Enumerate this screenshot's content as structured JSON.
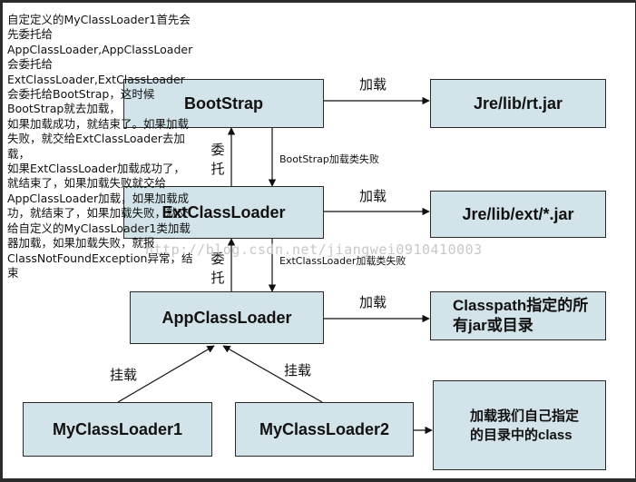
{
  "nodes": {
    "bootstrap": "BootStrap",
    "ext": "ExtClassLoader",
    "app": "AppClassLoader",
    "my1": "MyClassLoader1",
    "my2": "MyClassLoader2",
    "rt": "Jre/lib/rt.jar",
    "extjar": "Jre/lib/ext/*.jar",
    "classpath": "Classpath指定的所有jar或目录",
    "custom": "加载我们自己指定的目录中的class"
  },
  "edges": {
    "load1": "加载",
    "load2": "加载",
    "load3": "加载",
    "delegate1": "委托",
    "delegate2": "委托",
    "fail1": "BootStrap加载类失败",
    "fail2": "ExtClassLoader加载类失败",
    "mount1": "挂载",
    "mount2": "挂载"
  },
  "note": "自定定义的MyClassLoader1首先会先委托给AppClassLoader,AppClassLoader会委托给ExtClassLoader,ExtClassLoader会委托给BootStrap，这时候BootStrap就去加载，\n如果加载成功，就结束了。如果加载失败，就交给ExtClassLoader去加载，\n如果ExtClassLoader加载成功了，就结束了，如果加载失败就交给AppClassLoader加载，如果加载成功，就结束了，如果加载失败，就交给自定义的MyClassLoader1类加载器加载，如果加载失败，就报ClassNotFoundException异常，结束",
  "watermark": "http://blog.csdn.net/jiangwei0910410003"
}
